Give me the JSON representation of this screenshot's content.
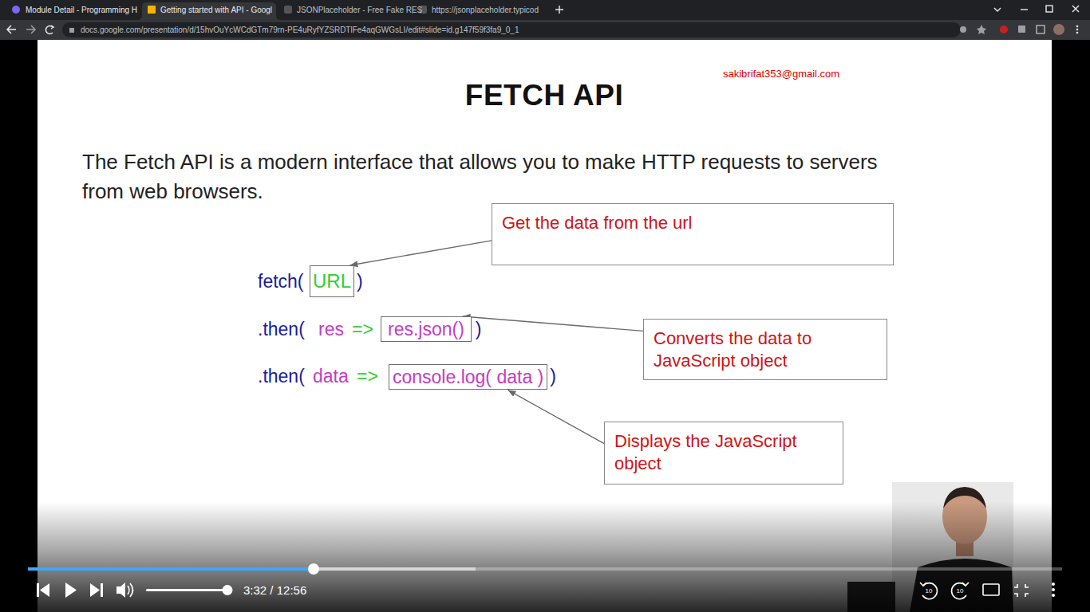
{
  "diagram": {
    "title": "FETCH API",
    "nodes": [
      {
        "text": [
          "Get the data from the url"
        ]
      },
      {
        "text": [
          "URL"
        ]
      },
      {
        "text": [
          "res.json()"
        ]
      },
      {
        "text": [
          "Converts the data to JavaScript object"
        ]
      },
      {
        "text": [
          "console.log( data )"
        ]
      },
      {
        "text": [
          "Displays the JavaScript object"
        ]
      }
    ],
    "edges": [
      {
        "from": 0,
        "to": 1,
        "arrow": "to"
      },
      {
        "from": 3,
        "to": 2,
        "arrow": "to"
      },
      {
        "from": 5,
        "to": 4,
        "arrow": "to"
      }
    ],
    "labels": [
      "Module Detail - Programming H",
      "Getting started with API - Googl",
      "JSONPlaceholder - Free Fake RES",
      "https://jsonplaceholder.typicod",
      "docs.google.com/presentation/d/15hvOuYcWCdGTm79rn-PE4uRyfYZSRDTlFe4aqGWGsLI/edit#slide=id.g147f59f3fa9_0_1",
      "sakibrifat353@gmail.com",
      "The Fetch API is a modern interface that allows you to make HTTP requests to servers from web browsers.",
      "fetch(",
      ")",
      ".then(",
      "res",
      "=>",
      ")",
      ".then(",
      "data",
      "=>",
      ")",
      "3:32 / 12:56",
      "10",
      "10"
    ]
  }
}
